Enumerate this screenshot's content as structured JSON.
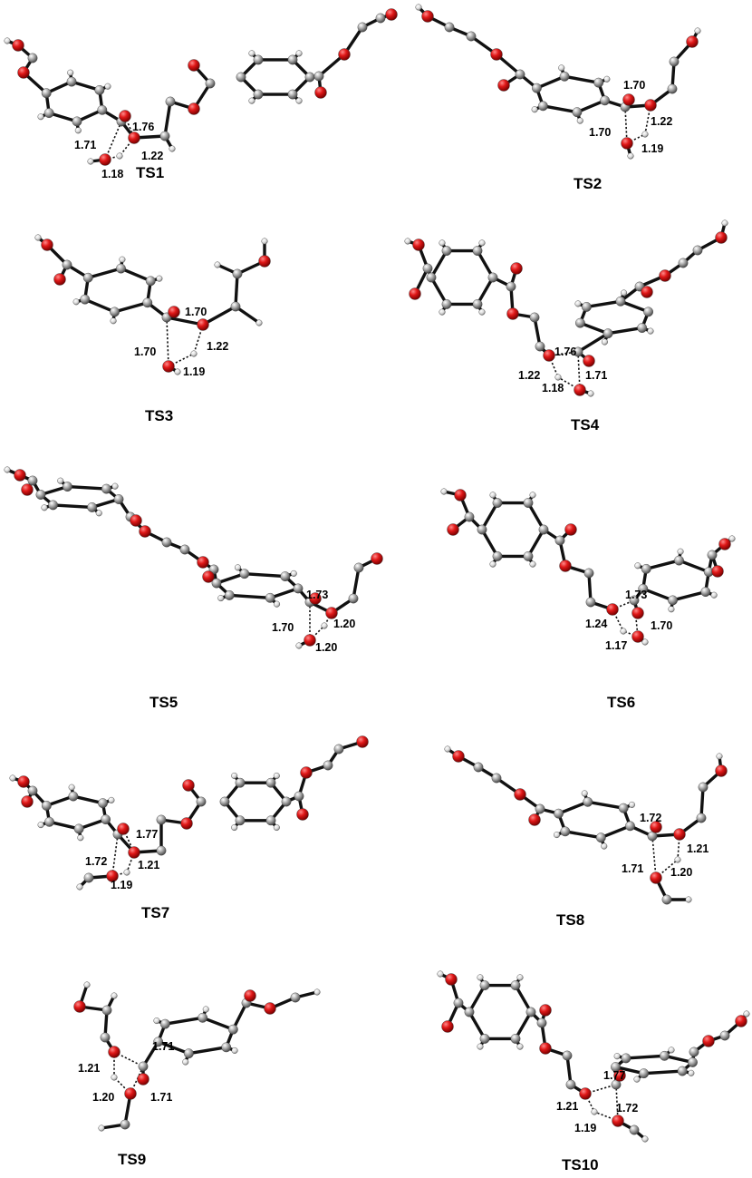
{
  "colors": {
    "oxygen": "#d01010",
    "carbon": "#9a9a9a",
    "hydrogen": "#e6e6e6",
    "bond": "#111111"
  },
  "panels": [
    {
      "label": "TS1",
      "distances": [
        "1.76",
        "1.71",
        "1.22",
        "1.18"
      ]
    },
    {
      "label": "TS2",
      "distances": [
        "1.70",
        "1.22",
        "1.70",
        "1.19"
      ]
    },
    {
      "label": "TS3",
      "distances": [
        "1.70",
        "1.22",
        "1.70",
        "1.19"
      ]
    },
    {
      "label": "TS4",
      "distances": [
        "1.76",
        "1.22",
        "1.71",
        "1.18"
      ]
    },
    {
      "label": "TS5",
      "distances": [
        "1.73",
        "1.20",
        "1.70",
        "1.20"
      ]
    },
    {
      "label": "TS6",
      "distances": [
        "1.73",
        "1.24",
        "1.70",
        "1.17"
      ]
    },
    {
      "label": "TS7",
      "distances": [
        "1.77",
        "1.72",
        "1.21",
        "1.19"
      ]
    },
    {
      "label": "TS8",
      "distances": [
        "1.72",
        "1.21",
        "1.71",
        "1.20"
      ]
    },
    {
      "label": "TS9",
      "distances": [
        "1.71",
        "1.21",
        "1.20",
        "1.71"
      ]
    },
    {
      "label": "TS10",
      "distances": [
        "1.77",
        "1.21",
        "1.72",
        "1.19"
      ]
    }
  ]
}
